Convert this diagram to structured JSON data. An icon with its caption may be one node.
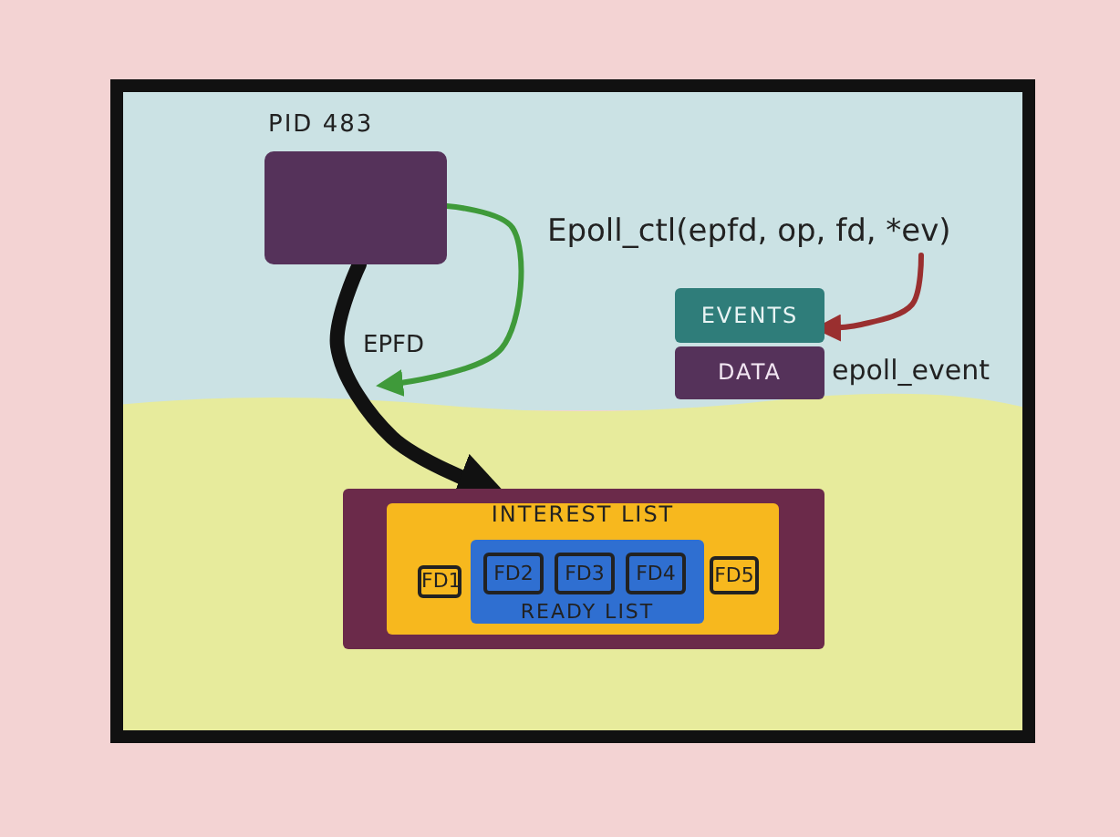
{
  "diagram": {
    "nodes": [
      {
        "text": [
          "PID 483"
        ]
      },
      {
        "text": [
          "Epoll_ctl(epfd, op, fd, *ev)"
        ]
      },
      {
        "text": [
          "EVENTS"
        ]
      },
      {
        "text": [
          "DATA"
        ],
        "beside": [
          "epoll_event"
        ]
      },
      {
        "text": [],
        "shape": "box"
      },
      {
        "text": [
          "INTEREST LIST"
        ],
        "in": 4
      },
      {
        "text": [
          "FD1"
        ],
        "in": 5
      },
      {
        "text": [
          "READY LIST"
        ],
        "in": 5
      },
      {
        "text": [
          "FD2"
        ],
        "in": 7
      },
      {
        "text": [
          "FD3"
        ],
        "in": 7
      },
      {
        "text": [
          "FD4"
        ],
        "in": 7
      },
      {
        "text": [
          "FD5"
        ],
        "in": 5
      }
    ],
    "edges": [
      {
        "from": 0,
        "to": 4,
        "arrow": "to",
        "label": "EPFD",
        "style": "thick"
      },
      {
        "from": 0,
        "to": null,
        "arrow": "to",
        "color": "#3f9a3a"
      },
      {
        "from": 1,
        "to": 2,
        "arrow": "to",
        "color": "#9a2f2f"
      }
    ]
  }
}
